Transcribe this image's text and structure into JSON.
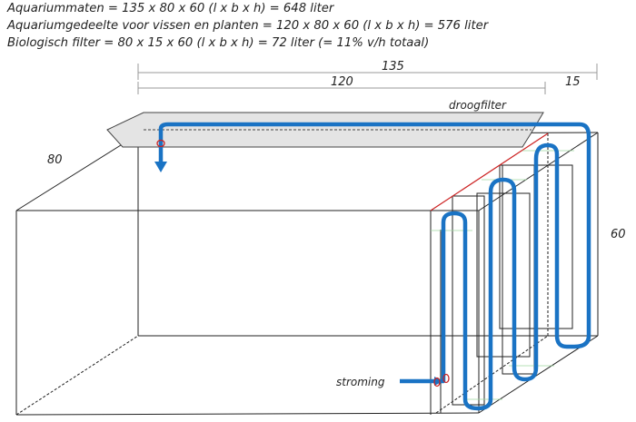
{
  "header": {
    "line1": "Aquariummaten = 135 x 80 x 60 (l x b x h) = 648 liter",
    "line2": "Aquariumgedeelte voor vissen en planten = 120 x 80 x 60 (l x b x h) = 576 liter",
    "line3": "Biologisch filter = 80 x 15 x 60 (l x b x h) = 72 liter (= 11% v/h totaal)"
  },
  "dimensions": {
    "total_length": "135",
    "aquarium_length": "120",
    "filter_length": "15",
    "depth": "80",
    "height": "60"
  },
  "labels": {
    "dry_filter": "droogfilter",
    "flow": "stroming"
  },
  "colors": {
    "flow": "#1a73c4",
    "edge": "#cc2222",
    "line": "#222222",
    "chamber_guide": "#9fd89f"
  }
}
